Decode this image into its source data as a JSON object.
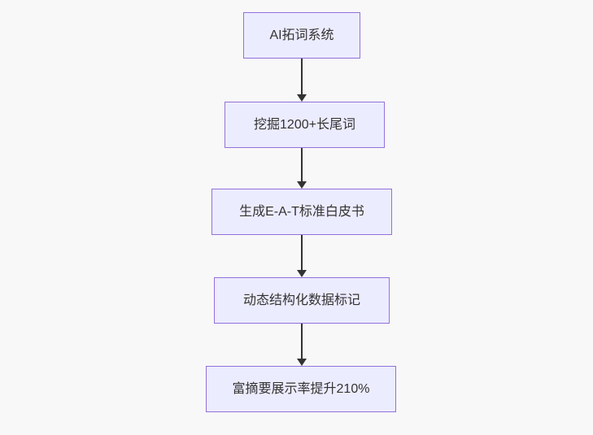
{
  "diagram": {
    "type": "flowchart",
    "direction": "top-down",
    "nodes": [
      {
        "id": "node-1",
        "label": "AI拓词系统"
      },
      {
        "id": "node-2",
        "label": "挖掘1200+长尾词"
      },
      {
        "id": "node-3",
        "label": "生成E-A-T标准白皮书"
      },
      {
        "id": "node-4",
        "label": "动态结构化数据标记"
      },
      {
        "id": "node-5",
        "label": "富摘要展示率提升210%"
      }
    ],
    "edges": [
      {
        "from": "node-1",
        "to": "node-2",
        "style": "arrow-down"
      },
      {
        "from": "node-2",
        "to": "node-3",
        "style": "arrow-down"
      },
      {
        "from": "node-3",
        "to": "node-4",
        "style": "arrow-down"
      },
      {
        "from": "node-4",
        "to": "node-5",
        "style": "arrow-down"
      }
    ],
    "colors": {
      "background": "#f8f8f8",
      "node_fill": "#ECECFF",
      "node_border": "#9370DB",
      "arrow": "#333333",
      "text": "#333333"
    }
  }
}
